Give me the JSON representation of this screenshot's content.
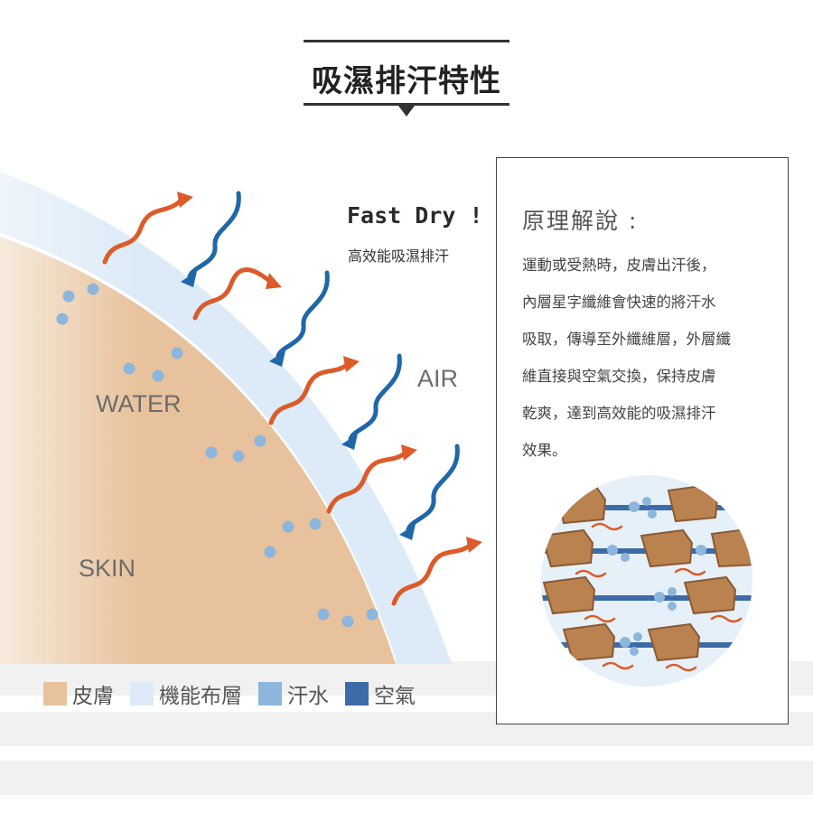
{
  "title": "吸濕排汗特性",
  "illustration": {
    "fast_dry_title": "Fast Dry !",
    "fast_dry_subtitle": "高效能吸濕排汗",
    "labels": {
      "water": "WATER",
      "skin": "SKIN",
      "air": "AIR"
    }
  },
  "legend": [
    {
      "label": "皮膚",
      "color": "#e8c29c"
    },
    {
      "label": "機能布層",
      "color": "#dcebf7"
    },
    {
      "label": "汗水",
      "color": "#8cb6dc"
    },
    {
      "label": "空氣",
      "color": "#3d6aa8"
    }
  ],
  "panel": {
    "heading": "原理解說 :",
    "lines": [
      "運動或受熱時，皮膚出汗後，",
      "內層星字纖維會快速的將汗水",
      "吸取，傳導至外纖維層，外層纖",
      "維直接與空氣交換，保持皮膚",
      "乾爽，達到高效能的吸濕排汗",
      "效果。"
    ]
  },
  "colors": {
    "skin": "#e8c29c",
    "fabric": "#dcebf7",
    "sweat_drop": "#8cb6dc",
    "air_arrow": "#1f67a8",
    "heat_arrow": "#dd5a2a"
  }
}
